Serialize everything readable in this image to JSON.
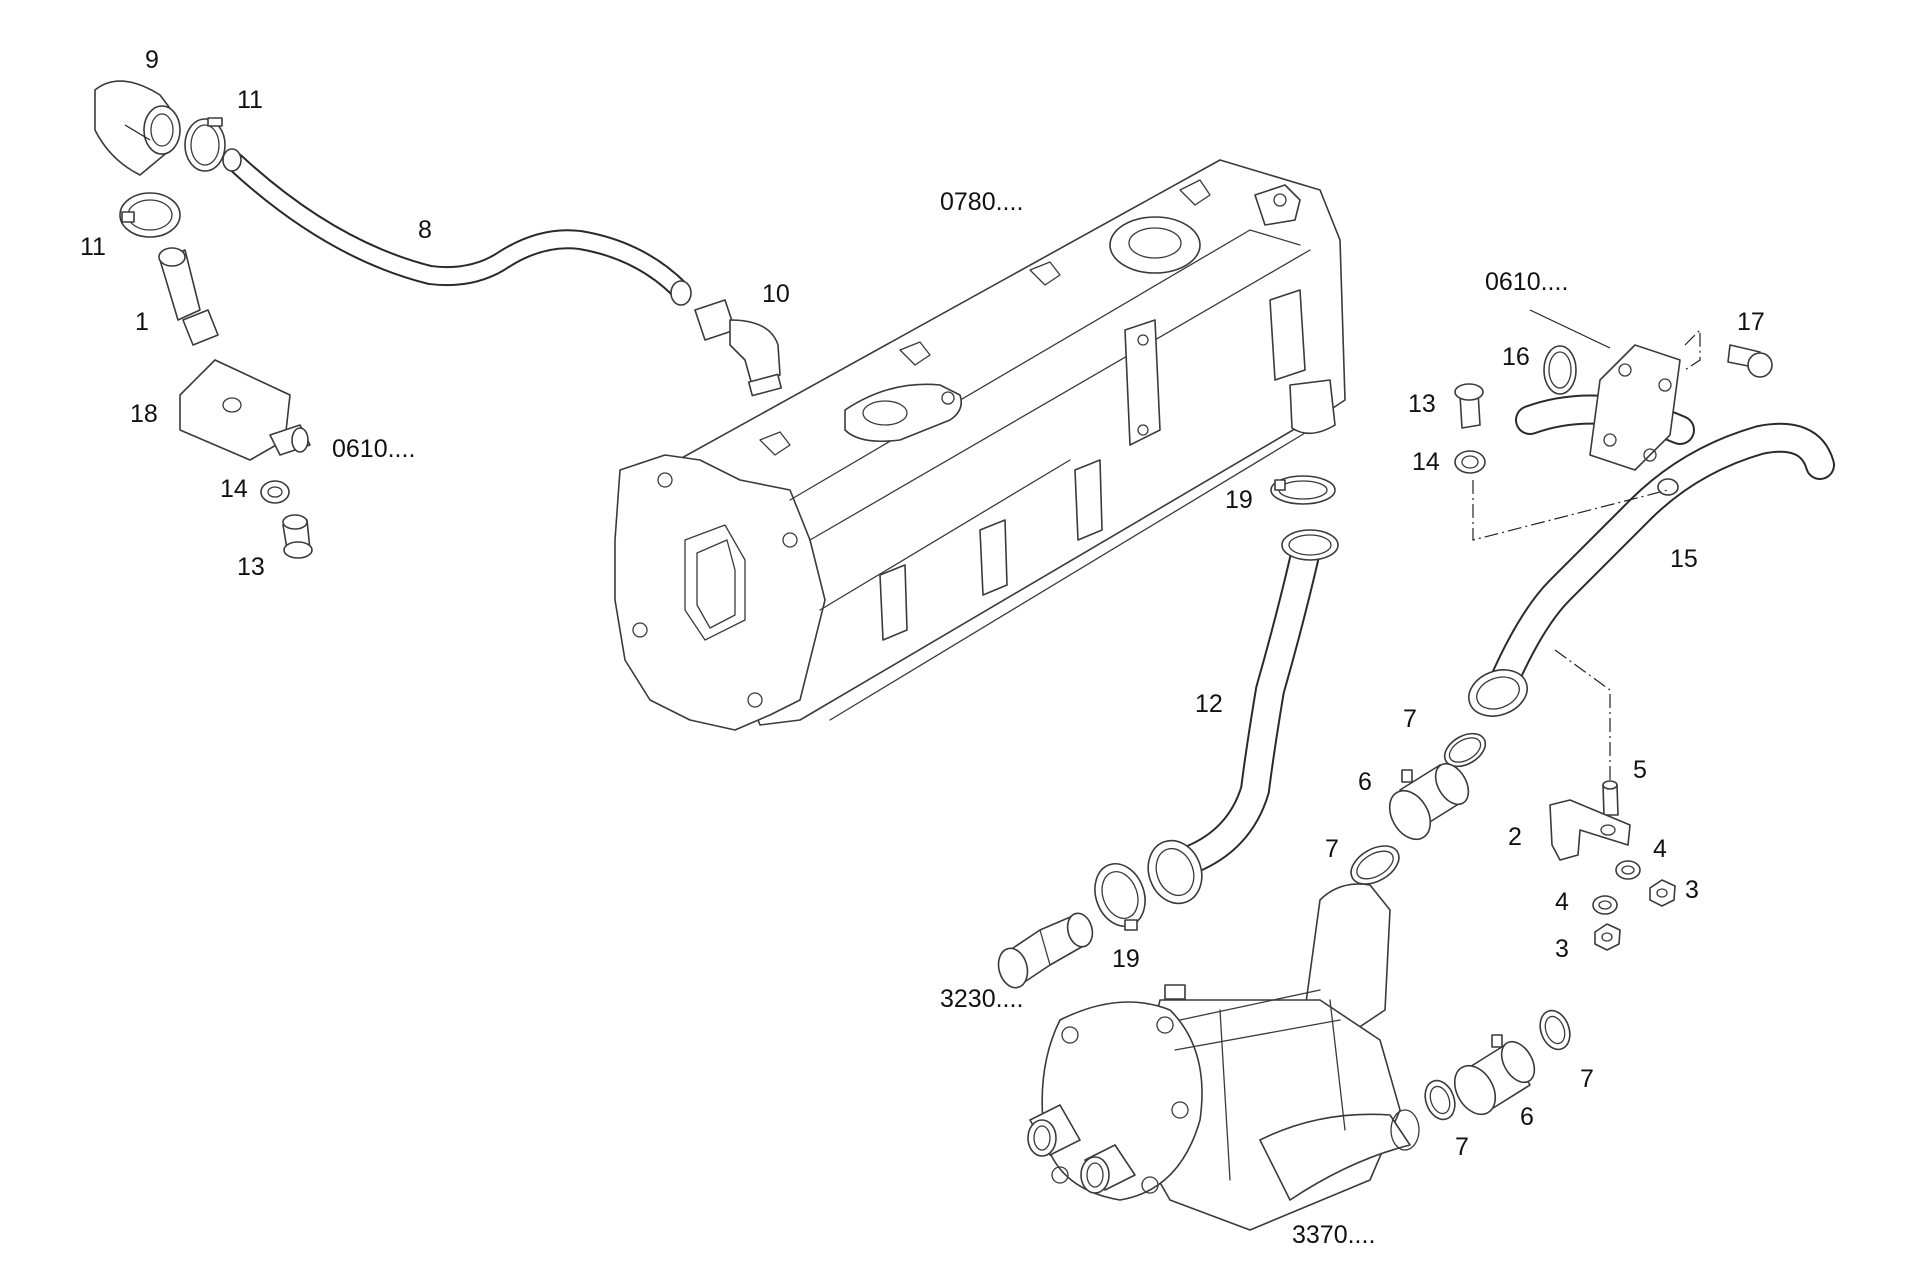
{
  "labels": {
    "l9": "9",
    "l11a": "11",
    "l11b": "11",
    "l1": "1",
    "l8": "8",
    "l10": "10",
    "l18": "18",
    "l0610a": "0610....",
    "l14a": "14",
    "l13a": "13",
    "l0780": "0780....",
    "l0610b": "0610....",
    "l16": "16",
    "l17": "17",
    "l13b": "13",
    "l14b": "14",
    "l19a": "19",
    "l15": "15",
    "l12": "12",
    "l7a": "7",
    "l6a": "6",
    "l5": "5",
    "l2": "2",
    "l4a": "4",
    "l3a": "3",
    "l7b": "7",
    "l4b": "4",
    "l3b": "3",
    "l19b": "19",
    "l3230": "3230....",
    "l7c": "7",
    "l6b": "6",
    "l7d": "7",
    "l3370": "3370...."
  }
}
